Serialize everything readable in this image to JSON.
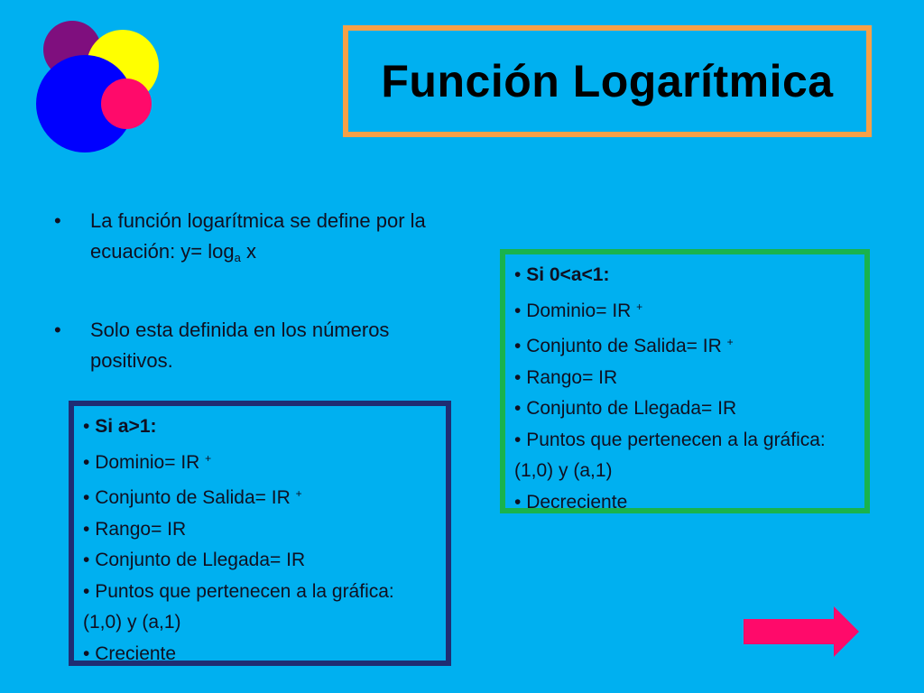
{
  "slide": {
    "title": "Función Logarítmica",
    "colors": {
      "background": "#00b0f0",
      "title_border": "#f7a047",
      "box_a_border": "#1f2d73",
      "box_b_border": "#19b34d",
      "arrow": "#ff0a6a"
    },
    "logo": {
      "icon": "overlapping-circles-icon",
      "circles": [
        "#7f0f7e",
        "#ffff00",
        "#0000ff",
        "#ff0a6a"
      ]
    },
    "bullets": [
      {
        "mark": "•",
        "text_before": "La función logarítmica se define por la ecuación: y= log",
        "subscript": "a",
        "text_after": " x"
      },
      {
        "mark": "•",
        "text": "Solo esta definida en los números positivos."
      }
    ],
    "box_a": {
      "heading": "Si a>1:",
      "lines": [
        {
          "mark": "•",
          "text": " Dominio= IR ",
          "sup": "+"
        },
        {
          "mark": "•",
          "text": " Conjunto de Salida= IR ",
          "sup": "+"
        },
        {
          "mark": "•",
          "text": " Rango= IR"
        },
        {
          "mark": "•",
          "text": " Conjunto de Llegada= IR"
        },
        {
          "mark": "•",
          "text": " Puntos que pertenecen a la gráfica: (1,0) y (a,1)"
        },
        {
          "mark": "•",
          "text": " Creciente"
        }
      ]
    },
    "box_b": {
      "heading": "Si 0<a<1:",
      "lines": [
        {
          "mark": "•",
          "text": " Dominio= IR ",
          "sup": "+"
        },
        {
          "mark": "•",
          "text": " Conjunto de Salida= IR ",
          "sup": "+"
        },
        {
          "mark": "•",
          "text": " Rango= IR"
        },
        {
          "mark": "•",
          "text": " Conjunto de Llegada= IR"
        },
        {
          "mark": "•",
          "text": " Puntos que pertenecen a la gráfica: (1,0) y (a,1)"
        },
        {
          "mark": "•",
          "text": " Decreciente"
        }
      ]
    },
    "next_icon": "right-arrow-icon"
  }
}
